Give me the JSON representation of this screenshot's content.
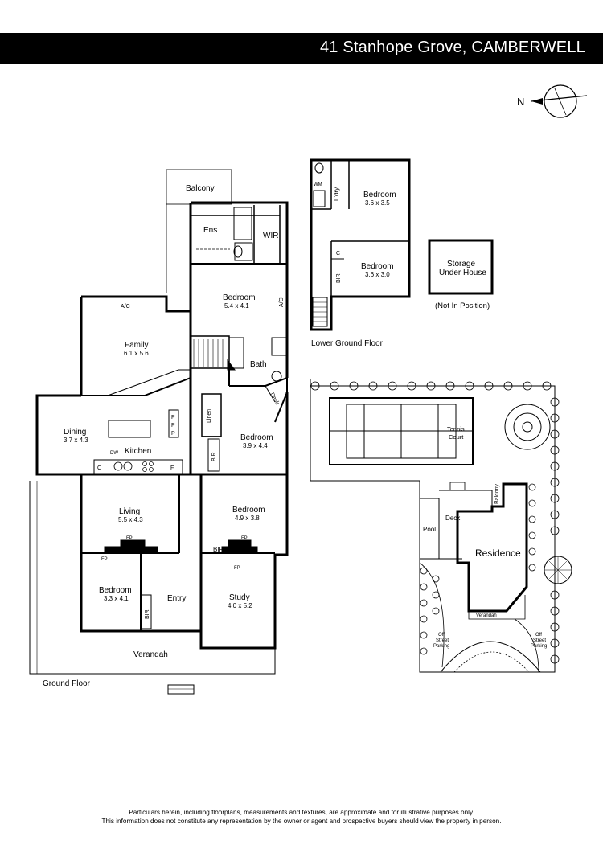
{
  "header": {
    "title": "41 Stanhope Grove, CAMBERWELL"
  },
  "compass": {
    "label": "N"
  },
  "ground_floor": {
    "label": "Ground Floor",
    "rooms": {
      "balcony": "Balcony",
      "ens": "Ens",
      "wir": "WIR",
      "master_bedroom": "Bedroom",
      "master_bedroom_dims": "5.4 x 4.1",
      "ac1": "A/C",
      "ac2": "A/C",
      "family": "Family",
      "family_dims": "6.1 x 5.6",
      "bath": "Bath",
      "desk": "Desk",
      "linen": "Linen",
      "dining": "Dining",
      "dining_dims": "3.7 x 4.3",
      "p": "P",
      "kitchen": "Kitchen",
      "dw": "DW",
      "c": "C",
      "f": "F",
      "bedroom2": "Bedroom",
      "bedroom2_dims": "3.9 x 4.4",
      "bir1": "BIR",
      "living": "Living",
      "living_dims": "5.5 x 4.3",
      "fp": "FP",
      "bedroom3": "Bedroom",
      "bedroom3_dims": "4.9 x 3.8",
      "bir2": "BIR",
      "bedroom4": "Bedroom",
      "bedroom4_dims": "3.3 x 4.1",
      "bir3": "BIR",
      "entry": "Entry",
      "study": "Study",
      "study_dims": "4.0 x 5.2",
      "verandah": "Verandah"
    }
  },
  "lower_ground_floor": {
    "label": "Lower Ground Floor",
    "rooms": {
      "wm": "WM",
      "ldry": "L'dry",
      "bedroom_a": "Bedroom",
      "bedroom_a_dims": "3.6 x 3.5",
      "c": "C",
      "bir": "BIR",
      "bedroom_b": "Bedroom",
      "bedroom_b_dims": "3.6 x 3.0"
    }
  },
  "storage": {
    "line1": "Storage",
    "line2": "Under House",
    "note": "(Not In Position)"
  },
  "site_plan": {
    "tennis_court_1": "Tennis",
    "tennis_court_2": "Court",
    "balcony": "Balcony",
    "deck": "Deck",
    "pool": "Pool",
    "residence": "Residence",
    "verandah": "Verandah",
    "parking_left": [
      "Off",
      "Street",
      "Parking"
    ],
    "parking_right": [
      "Off",
      "Street",
      "Parking"
    ]
  },
  "footer": {
    "line1": "Particulars herein, including floorplans, measurements and textures, are approximate and for illustrative purposes only.",
    "line2": "This information does not constitute any representation by the owner or agent and prospective buyers should view the property in person."
  }
}
